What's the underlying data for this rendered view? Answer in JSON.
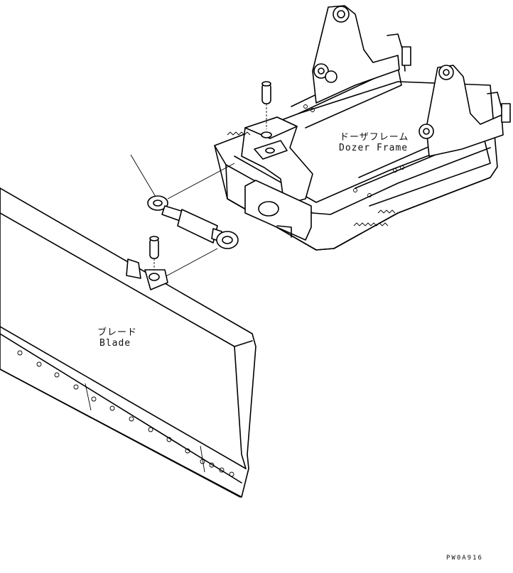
{
  "labels": {
    "dozer_frame_ja": "ドーザフレーム",
    "dozer_frame_en": "Dozer Frame",
    "blade_ja": "ブレード",
    "blade_en": "Blade",
    "figure_code": "PW0A916"
  }
}
